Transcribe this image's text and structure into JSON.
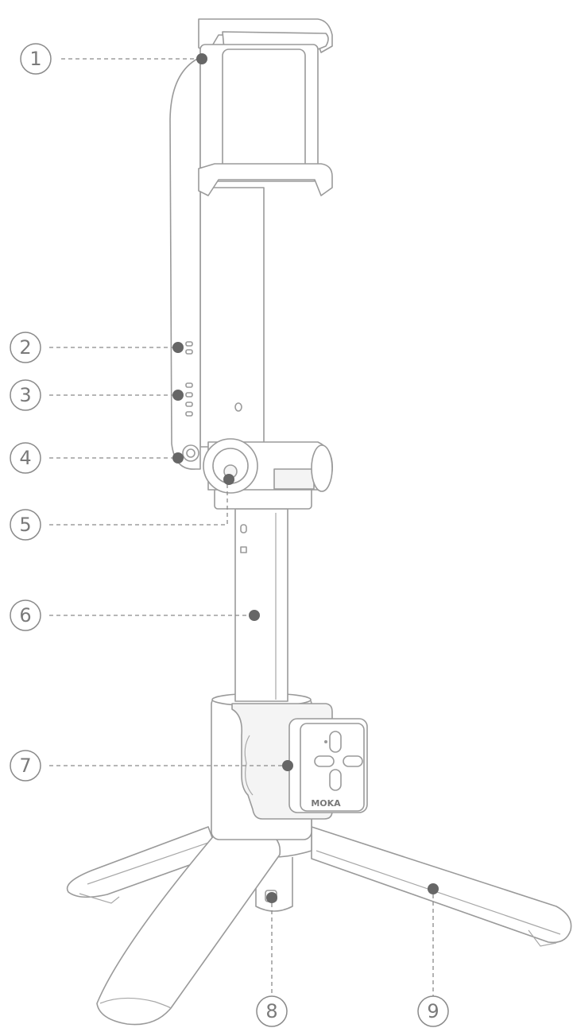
{
  "callouts": [
    {
      "id": "1",
      "label": "①"
    },
    {
      "id": "2",
      "label": "②"
    },
    {
      "id": "3",
      "label": "③"
    },
    {
      "id": "4",
      "label": "④"
    },
    {
      "id": "5",
      "label": "⑤"
    },
    {
      "id": "6",
      "label": "⑥"
    },
    {
      "id": "7",
      "label": "⑦"
    },
    {
      "id": "8",
      "label": "⑧"
    },
    {
      "id": "9",
      "label": "⑨"
    }
  ],
  "remote": {
    "brand": "MOKA"
  },
  "colors": {
    "line": "#8a8a8a",
    "dot": "#666666",
    "outline": "#9a9a9a"
  }
}
